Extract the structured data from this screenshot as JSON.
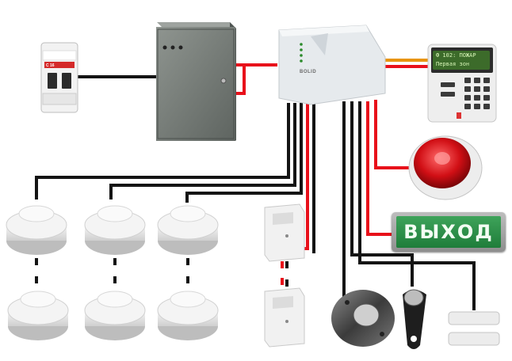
{
  "exit_sign": {
    "text": "ВЫХОД"
  },
  "keypad": {
    "display_line1": "Ф 102: ПОЖАР",
    "display_line2": "Первая зон"
  },
  "control_panel": {
    "brand": "BOLID"
  },
  "breaker": {
    "label": "С 16"
  },
  "colors": {
    "red_wire": "#e8101a",
    "black_wire": "#141414",
    "orange_wire": "#e8940e",
    "exit_green": "#2a8a45"
  }
}
